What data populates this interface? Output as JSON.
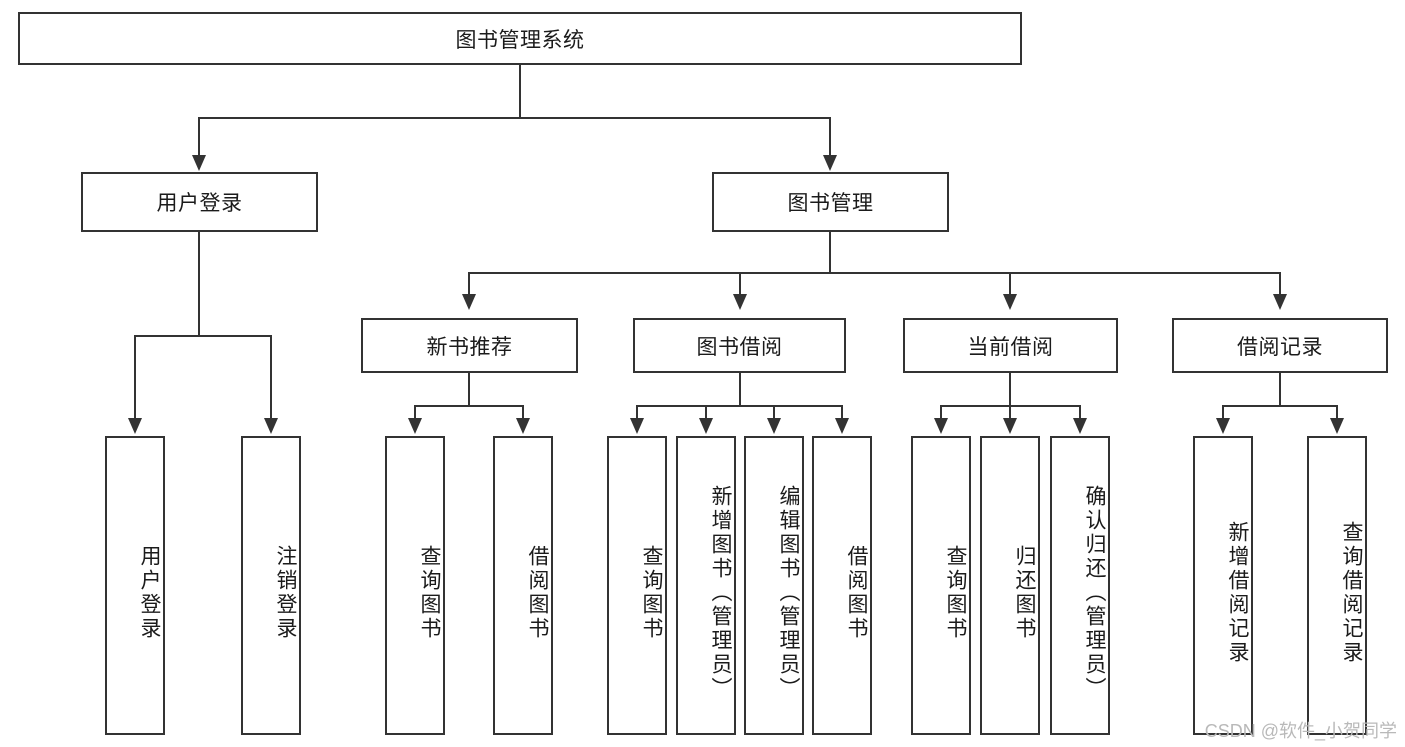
{
  "diagram": {
    "title": "图书管理系统",
    "type": "tree-hierarchy",
    "root": {
      "label": "图书管理系统"
    },
    "level2": [
      {
        "label": "用户登录"
      },
      {
        "label": "图书管理"
      }
    ],
    "level3": [
      {
        "label": "新书推荐"
      },
      {
        "label": "图书借阅"
      },
      {
        "label": "当前借阅"
      },
      {
        "label": "借阅记录"
      }
    ],
    "leaves": {
      "user_login": [
        {
          "label": "用户登录"
        },
        {
          "label": "注销登录"
        }
      ],
      "new_book_recommend": [
        {
          "label": "查询图书"
        },
        {
          "label": "借阅图书"
        }
      ],
      "book_borrow": [
        {
          "label": "查询图书"
        },
        {
          "label": "新增图书（管理员）"
        },
        {
          "label": "编辑图书（管理员）"
        },
        {
          "label": "借阅图书"
        }
      ],
      "current_borrow": [
        {
          "label": "查询图书"
        },
        {
          "label": "归还图书"
        },
        {
          "label": "确认归还（管理员）"
        }
      ],
      "borrow_record": [
        {
          "label": "新增借阅记录"
        },
        {
          "label": "查询借阅记录"
        }
      ]
    }
  },
  "watermark": {
    "text": "CSDN @软件_小贺同学"
  },
  "colors": {
    "stroke": "#333333",
    "text": "#1b1b1b",
    "background": "#ffffff",
    "watermark": "#b9b9b9"
  }
}
